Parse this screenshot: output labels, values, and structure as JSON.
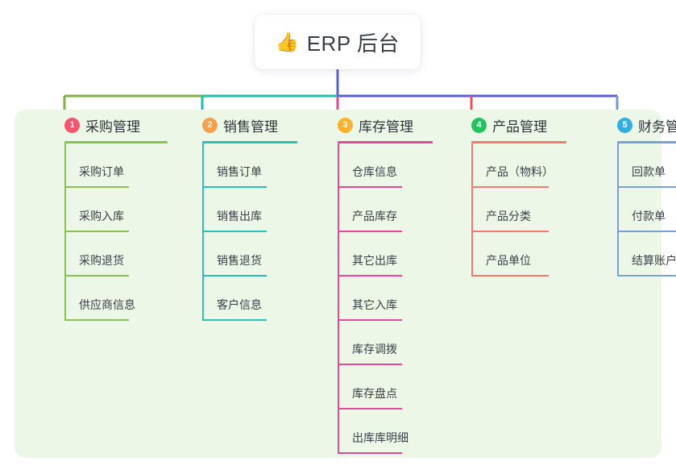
{
  "page": {
    "background": "#ffffff",
    "panel_background": "#edf7e7"
  },
  "root": {
    "icon": "thumbs-up-icon",
    "icon_glyph": "👍",
    "title": "ERP 后台"
  },
  "connectors": {
    "trunk_color": "#5b5fd4",
    "left_segment_color": "#7cb342",
    "mid_segment_color": "#1fbfb0",
    "right_segment_color": "#5b5fd4",
    "stub_colors": [
      "#7cb342",
      "#1fbfb0",
      "#e8439a",
      "#ef5350",
      "#6e9bd8"
    ]
  },
  "columns": [
    {
      "index": "1",
      "badge_number": "1",
      "badge_color": "#f4556e",
      "title": "采购管理",
      "line_color": "#8cc152",
      "rule_width": 128,
      "item_rule_width": 80,
      "items": [
        {
          "label": "采购订单"
        },
        {
          "label": "采购入库"
        },
        {
          "label": "采购退货"
        },
        {
          "label": "供应商信息"
        }
      ]
    },
    {
      "index": "2",
      "badge_number": "2",
      "badge_color": "#f5a04a",
      "title": "销售管理",
      "line_color": "#2cc1b5",
      "rule_width": 118,
      "item_rule_width": 80,
      "items": [
        {
          "label": "销售订单"
        },
        {
          "label": "销售出库"
        },
        {
          "label": "销售退货"
        },
        {
          "label": "客户信息"
        }
      ]
    },
    {
      "index": "3",
      "badge_number": "3",
      "badge_color": "#fcb32b",
      "title": "库存管理",
      "line_color": "#e8489c",
      "rule_width": 118,
      "item_rule_width": 80,
      "items": [
        {
          "label": "仓库信息"
        },
        {
          "label": "产品库存"
        },
        {
          "label": "其它出库"
        },
        {
          "label": "其它入库"
        },
        {
          "label": "库存调拨"
        },
        {
          "label": "库存盘点"
        },
        {
          "label": "出库库明细"
        }
      ]
    },
    {
      "index": "4",
      "badge_number": "4",
      "badge_color": "#22c35e",
      "title": "产品管理",
      "line_color": "#f4796e",
      "rule_width": 118,
      "item_rule_width": 96,
      "items": [
        {
          "label": "产品（物料）"
        },
        {
          "label": "产品分类"
        },
        {
          "label": "产品单位"
        }
      ]
    },
    {
      "index": "5",
      "badge_number": "5",
      "badge_color": "#33aee0",
      "title": "财务管理",
      "line_color": "#7d9fd6",
      "rule_width": 118,
      "item_rule_width": 74,
      "items": [
        {
          "label": "回款单"
        },
        {
          "label": "付款单"
        },
        {
          "label": "结算账户"
        }
      ]
    }
  ]
}
